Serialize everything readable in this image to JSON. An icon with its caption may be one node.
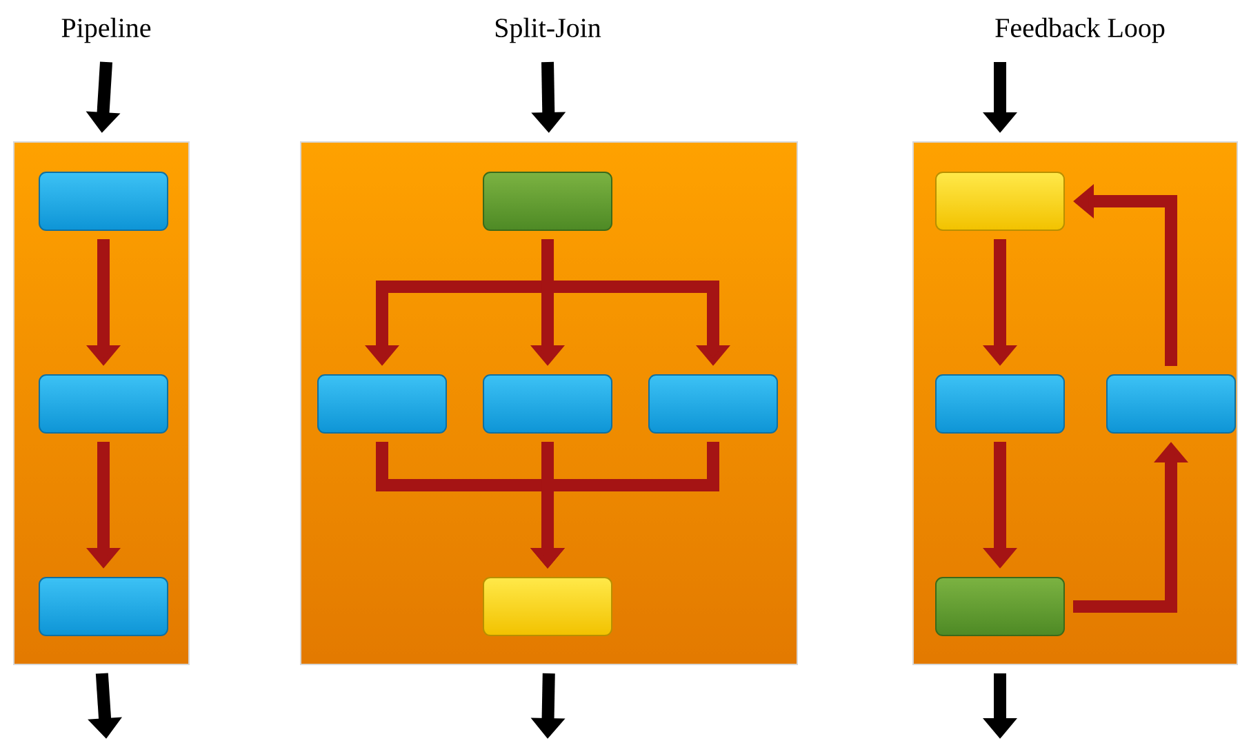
{
  "diagram": {
    "nodes": [
      {
        "text": [
          "Pipeline"
        ]
      },
      {
        "text": [],
        "shape": "box",
        "in": 0
      },
      {
        "text": [],
        "shape": "box",
        "in": 0
      },
      {
        "text": [],
        "shape": "box",
        "in": 0
      },
      {
        "text": [
          "Split-Join"
        ]
      },
      {
        "text": [],
        "shape": "box",
        "in": 4
      },
      {
        "text": [],
        "shape": "box",
        "in": 4
      },
      {
        "text": [],
        "shape": "box",
        "in": 4
      },
      {
        "text": [],
        "shape": "box",
        "in": 4
      },
      {
        "text": [],
        "shape": "box",
        "in": 4
      },
      {
        "text": [
          "Feedback Loop"
        ]
      },
      {
        "text": [],
        "shape": "box",
        "in": 10
      },
      {
        "text": [],
        "shape": "box",
        "in": 10
      },
      {
        "text": [],
        "shape": "box",
        "in": 10
      },
      {
        "text": [],
        "shape": "box",
        "in": 10
      }
    ],
    "edges": [
      {
        "from": null,
        "to": 0,
        "arrow": "to",
        "color": "#000000"
      },
      {
        "from": 0,
        "to": null,
        "arrow": "to",
        "color": "#000000"
      },
      {
        "from": 1,
        "to": 2,
        "arrow": "to"
      },
      {
        "from": 2,
        "to": 3,
        "arrow": "to"
      },
      {
        "from": null,
        "to": 4,
        "arrow": "to",
        "color": "#000000"
      },
      {
        "from": 4,
        "to": null,
        "arrow": "to",
        "color": "#000000"
      },
      {
        "from": 5,
        "to": 6,
        "arrow": "to"
      },
      {
        "from": 5,
        "to": 7,
        "arrow": "to"
      },
      {
        "from": 5,
        "to": 8,
        "arrow": "to"
      },
      {
        "from": 6,
        "to": 9,
        "arrow": "to"
      },
      {
        "from": 7,
        "to": 9,
        "arrow": "to"
      },
      {
        "from": 8,
        "to": 9,
        "arrow": "to"
      },
      {
        "from": null,
        "to": 10,
        "arrow": "to",
        "color": "#000000"
      },
      {
        "from": 10,
        "to": null,
        "arrow": "to",
        "color": "#000000"
      },
      {
        "from": 11,
        "to": 12,
        "arrow": "to"
      },
      {
        "from": 12,
        "to": 13,
        "arrow": "to"
      },
      {
        "from": 13,
        "to": 14,
        "arrow": "to"
      },
      {
        "from": 14,
        "to": 11,
        "arrow": "to"
      }
    ]
  }
}
